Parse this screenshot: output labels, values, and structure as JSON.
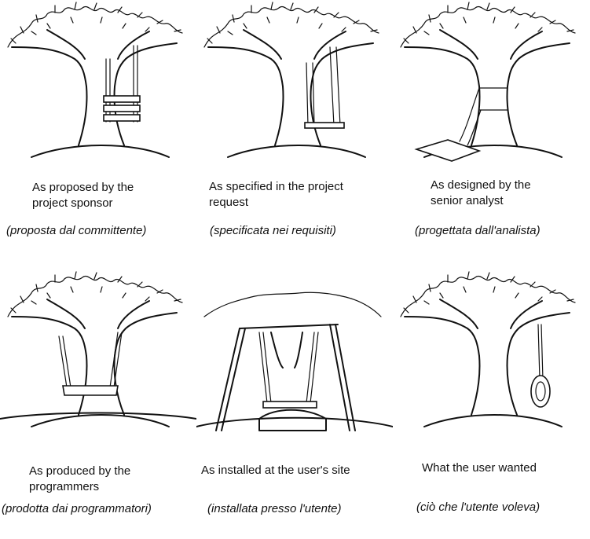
{
  "panels": [
    {
      "line1": "As proposed by the",
      "line2": "project sponsor",
      "italian": "(proposta dal committente)",
      "illustration": "tree-with-triple-seat-swing"
    },
    {
      "line1": "As specified in the project",
      "line2": "request",
      "italian": "(specificata nei requisiti)",
      "illustration": "tree-with-long-rope-swing"
    },
    {
      "line1": "As designed by the",
      "line2": "senior analyst",
      "italian": "(progettata dall'analista)",
      "illustration": "tree-with-swing-tied-to-trunk"
    },
    {
      "line1": "As produced by the",
      "line2": "programmers",
      "italian": "(prodotta dai programmatori)",
      "illustration": "tree-with-seat-around-trunk"
    },
    {
      "line1": "As installed at the user's site",
      "line2": "",
      "italian": "(installata presso l'utente)",
      "illustration": "cut-tree-with-swing-frame"
    },
    {
      "line1": "What the user wanted",
      "line2": "",
      "italian": "(ciò che l'utente voleva)",
      "illustration": "tree-with-tire-swing"
    }
  ]
}
